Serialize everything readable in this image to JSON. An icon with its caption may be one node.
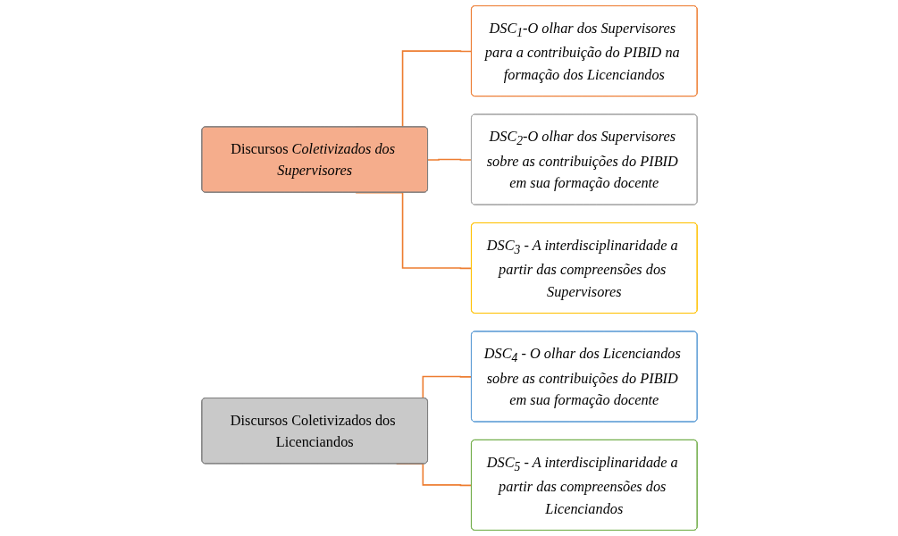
{
  "diagram": {
    "nodes": [
      {
        "text": [
          "Discursos *Coletivizados dos Supervisores*"
        ]
      },
      {
        "text": [
          "DSC$_{1}$-O olhar dos Supervisores para a contribuição do PIBID na formação dos Licenciandos"
        ]
      },
      {
        "text": [
          "DSC$_{2}$-O olhar dos Supervisores sobre as contribuições do PIBID em sua formação docente"
        ]
      },
      {
        "text": [
          "DSC$_{3}$ - A interdisciplinaridade a partir das compreensões dos Supervisores"
        ]
      },
      {
        "text": [
          "Discursos Coletivizados dos Licenciandos"
        ]
      },
      {
        "text": [
          "DSC$_{4}$ - O olhar dos Licenciandos sobre as contribuições do PIBID em sua formação docente"
        ]
      },
      {
        "text": [
          "DSC$_{5}$ - A interdisciplinaridade a partir das compreensões dos Licenciandos"
        ]
      }
    ],
    "edges": [
      {
        "from": 0,
        "to": 1,
        "arrow": "none"
      },
      {
        "from": 0,
        "to": 2,
        "arrow": "none"
      },
      {
        "from": 0,
        "to": 3,
        "arrow": "none"
      },
      {
        "from": 4,
        "to": 5,
        "arrow": "none"
      },
      {
        "from": 4,
        "to": 6,
        "arrow": "none"
      }
    ]
  }
}
